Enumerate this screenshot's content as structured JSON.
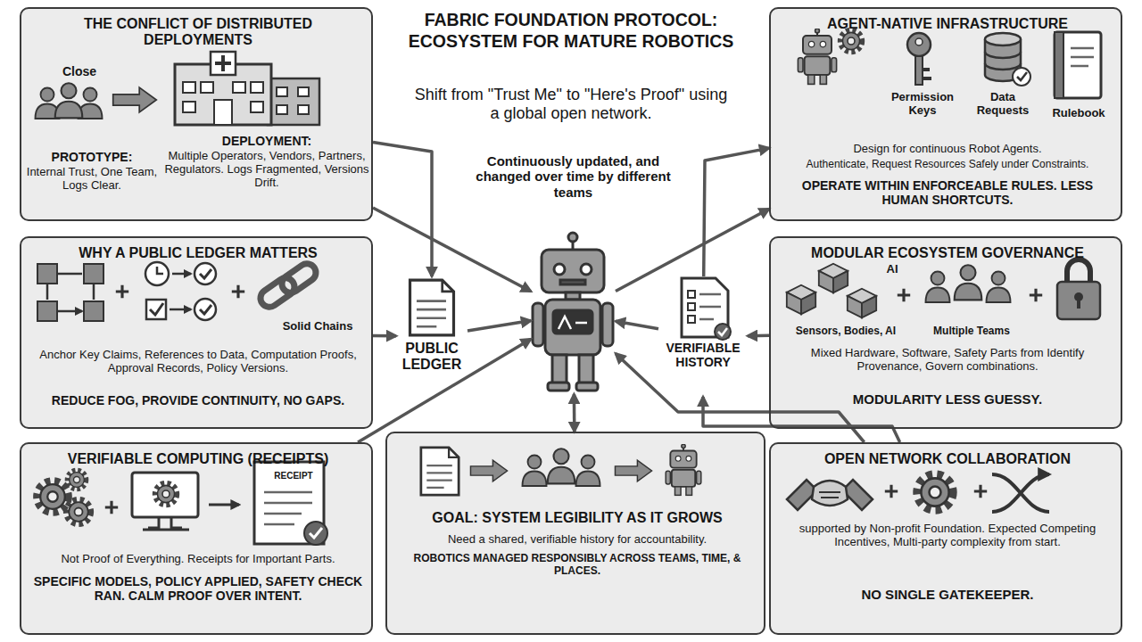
{
  "diagram": {
    "title": "FABRIC FOUNDATION PROTOCOL: ECOSYSTEM FOR MATURE ROBOTICS",
    "nodes": [
      {
        "text": [
          "THE CONFLICT OF DISTRIBUTED DEPLOYMENTS",
          "Close",
          "PROTOTYPE:",
          "Internal Trust, One Team, Logs Clear.",
          "DEPLOYMENT:",
          "Multiple Operators, Vendors, Partners, Regulators. Logs Fragmented, Versions Drift."
        ]
      },
      {
        "text": [
          "WHY A PUBLIC LEDGER MATTERS",
          "Solid Chains",
          "Anchor Key Claims, References to Data, Computation Proofs, Approval Records, Policy Versions.",
          "REDUCE FOG, PROVIDE CONTINUITY, NO GAPS."
        ]
      },
      {
        "text": [
          "VERIFIABLE COMPUTING (RECEIPTS)",
          "RECEIPT",
          "Not Proof of Everything. Receipts for Important Parts.",
          "SPECIFIC MODELS, POLICY APPLIED, SAFETY CHECK RAN. CALM PROOF OVER INTENT."
        ]
      },
      {
        "text": [
          "AGENT-NATIVE INFRASTRUCTURE",
          "Permission Keys",
          "Data Requests",
          "Rulebook",
          "Design for continuous Robot Agents.",
          "Authenticate, Request Resources Safely under Constraints.",
          "OPERATE WITHIN ENFORCEABLE RULES. LESS HUMAN SHORTCUTS."
        ]
      },
      {
        "text": [
          "MODULAR ECOSYSTEM GOVERNANCE",
          "AI",
          "Sensors, Bodies, AI",
          "Multiple Teams",
          "Mixed Hardware, Software, Safety Parts from Identify Provenance, Govern combinations.",
          "MODULARITY LESS GUESSY."
        ]
      },
      {
        "text": [
          "OPEN NETWORK COLLABORATION",
          "supported by Non-profit Foundation. Expected Competing Incentives, Multi-party complexity from start.",
          "NO SINGLE GATEKEEPER."
        ]
      },
      {
        "text": [
          "GOAL: SYSTEM LEGIBILITY AS IT GROWS",
          "Need a shared, verifiable history for accountability.",
          "ROBOTICS MANAGED RESPONSIBLY ACROSS TEAMS, TIME, & PLACES."
        ]
      },
      {
        "text": [
          "Continuously updated, and changed over time by different teams"
        ]
      },
      {
        "text": [
          "PUBLIC LEDGER"
        ]
      },
      {
        "text": [
          "VERIFIABLE HISTORY"
        ]
      }
    ],
    "edges": [
      {
        "from": 0,
        "to": 8,
        "arrow": "to"
      },
      {
        "from": 0,
        "to": 7,
        "arrow": "to"
      },
      {
        "from": 1,
        "to": 8,
        "arrow": "to"
      },
      {
        "from": 8,
        "to": 7,
        "arrow": "to"
      },
      {
        "from": 2,
        "to": 7,
        "arrow": "to"
      },
      {
        "from": 6,
        "to": 7,
        "arrow": "both"
      },
      {
        "from": 7,
        "to": 3,
        "arrow": "to"
      },
      {
        "from": 9,
        "to": 3,
        "arrow": "to"
      },
      {
        "from": 4,
        "to": 9,
        "arrow": "to"
      },
      {
        "from": 9,
        "to": 7,
        "arrow": "to"
      },
      {
        "from": 5,
        "to": 7,
        "arrow": "to"
      },
      {
        "from": 5,
        "to": 9,
        "arrow": "to"
      }
    ],
    "labels": [
      "Shift from \"Trust Me\" to \"Here's Proof\" using a global open network."
    ]
  }
}
